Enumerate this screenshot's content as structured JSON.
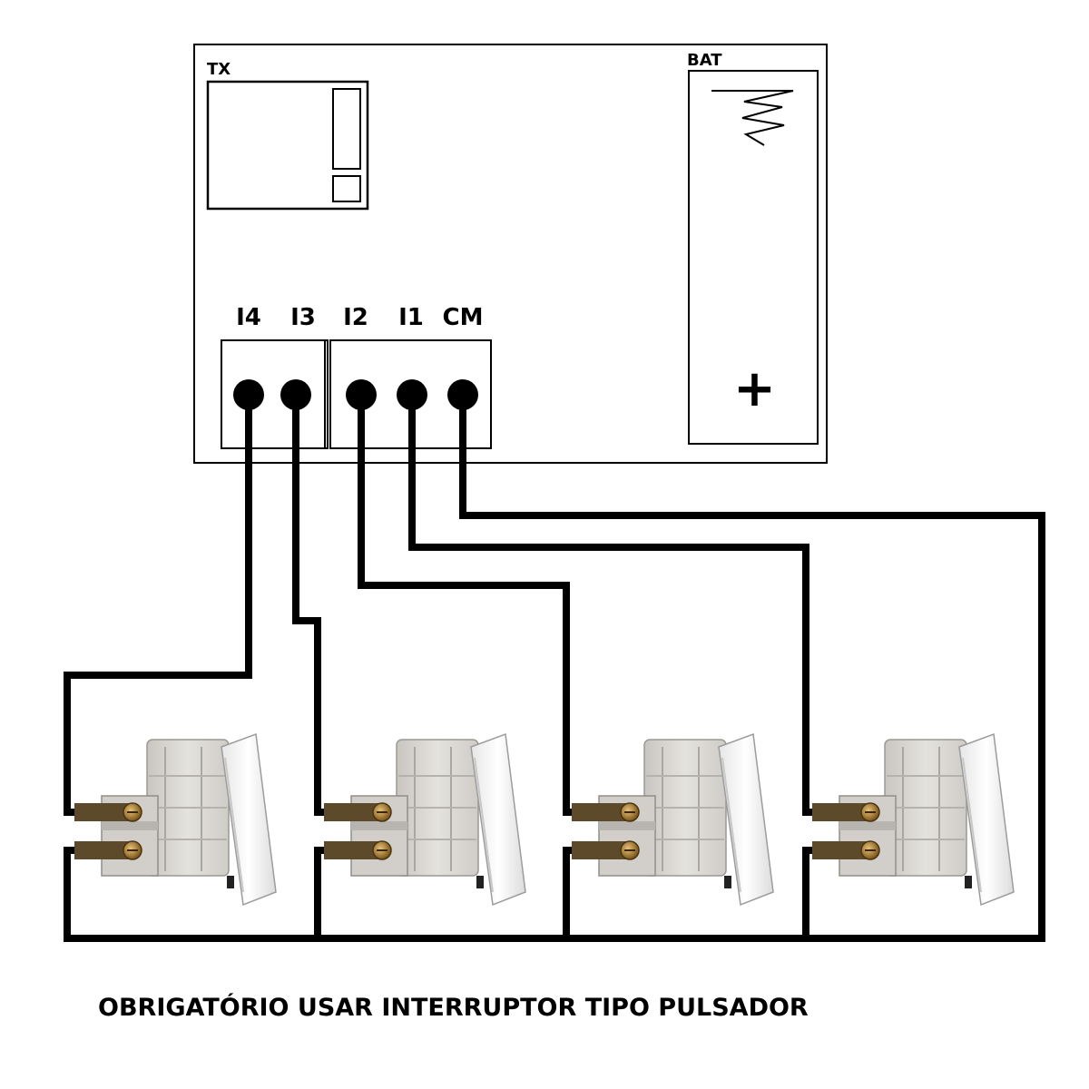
{
  "tx_label": "TX",
  "bat_label": "BAT",
  "bat_plus": "+",
  "terminals": [
    "I4",
    "I3",
    "I2",
    "I1",
    "CM"
  ],
  "note": "OBRIGATÓRIO USAR INTERRUPTOR TIPO PULSADOR",
  "colors": {
    "line": "#000000",
    "switch_body": "#d8d6d2",
    "switch_rocker": "#f2f2f2",
    "screw": "#b5873a"
  }
}
